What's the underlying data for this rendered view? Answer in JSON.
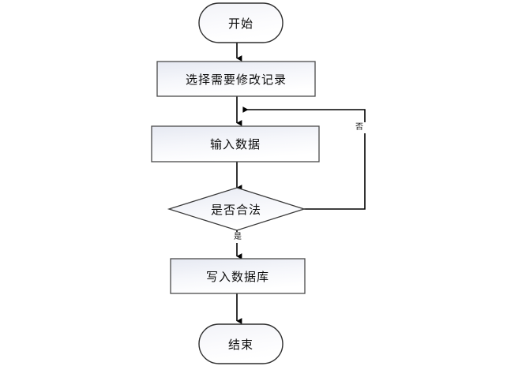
{
  "diagram": {
    "type": "flowchart",
    "title": "",
    "background_color": "#ffffff",
    "node_fill_top": "#eceef5",
    "node_fill_bottom": "#ffffff",
    "node_stroke": "#3b3b3b",
    "connector_color": "#000000",
    "text_color": "#0d0d0d",
    "nodes": [
      {
        "id": "start",
        "shape": "stadium",
        "label": "开始"
      },
      {
        "id": "select",
        "shape": "rectangle",
        "label": "选择需要修改记录"
      },
      {
        "id": "input",
        "shape": "rectangle",
        "label": "输入数据"
      },
      {
        "id": "check",
        "shape": "diamond",
        "label": "是否合法"
      },
      {
        "id": "write",
        "shape": "rectangle",
        "label": "写入数据库"
      },
      {
        "id": "end",
        "shape": "stadium",
        "label": "结束"
      }
    ],
    "edges": [
      {
        "from": "start",
        "to": "select",
        "label": ""
      },
      {
        "from": "select",
        "to": "input",
        "label": ""
      },
      {
        "from": "input",
        "to": "check",
        "label": ""
      },
      {
        "from": "check",
        "to": "input",
        "label": "否"
      },
      {
        "from": "check",
        "to": "write",
        "label": "是"
      },
      {
        "from": "write",
        "to": "end",
        "label": ""
      }
    ],
    "edge_labels": {
      "no": "否",
      "yes": "是"
    }
  }
}
